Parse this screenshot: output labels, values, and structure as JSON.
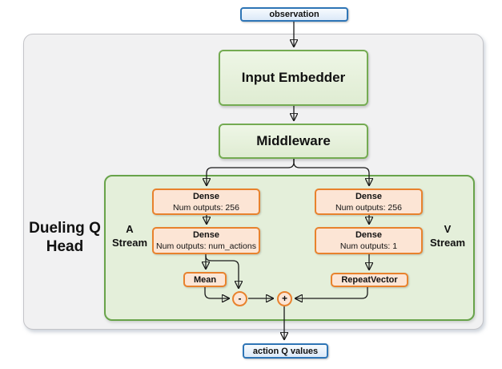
{
  "colors": {
    "blue_border": "#2e75b6",
    "blue_fill": "#e8f1fb",
    "green_border": "#6aa84f",
    "green_fill": "#e4efda",
    "orange_border": "#e8822d",
    "orange_fill": "#fce5d5",
    "outer_box_fill": "#f1f1f2",
    "outer_box_border": "#c4c4c8",
    "connector": "#1a1a1a"
  },
  "nodes": {
    "observation": {
      "label": "observation"
    },
    "input_embedder": {
      "label": "Input Embedder"
    },
    "middleware": {
      "label": "Middleware"
    },
    "a_dense_1": {
      "title": "Dense",
      "subtitle": "Num outputs: 256"
    },
    "a_dense_2": {
      "title": "Dense",
      "subtitle": "Num outputs: num_actions"
    },
    "v_dense_1": {
      "title": "Dense",
      "subtitle": "Num outputs: 256"
    },
    "v_dense_2": {
      "title": "Dense",
      "subtitle": "Num outputs: 1"
    },
    "mean": {
      "label": "Mean"
    },
    "repeat_vector": {
      "label": "RepeatVector"
    },
    "subtract_op": {
      "label": "-"
    },
    "add_op": {
      "label": "+"
    },
    "action_q_values": {
      "label": "action Q values"
    }
  },
  "labels": {
    "dueling_q_head": [
      "Dueling Q",
      "Head"
    ],
    "a_stream": [
      "A",
      "Stream"
    ],
    "v_stream": [
      "V",
      "Stream"
    ]
  }
}
